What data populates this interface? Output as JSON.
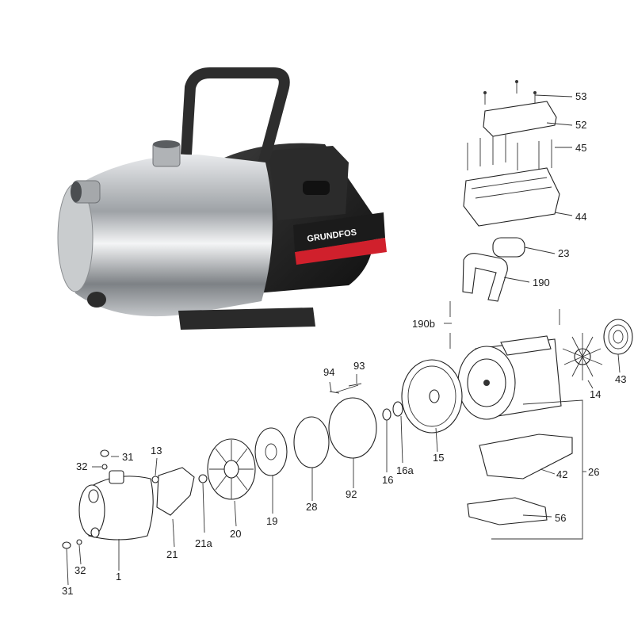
{
  "brand": {
    "logo_text": "GRUNDFOS",
    "accent_color": "#d0202c",
    "steel_color": "#b9bcbf",
    "motor_color": "#1e1e1e"
  },
  "callouts": [
    {
      "id": "c53",
      "text": "53"
    },
    {
      "id": "c52",
      "text": "52"
    },
    {
      "id": "c45",
      "text": "45"
    },
    {
      "id": "c44",
      "text": "44"
    },
    {
      "id": "c23",
      "text": "23"
    },
    {
      "id": "c190",
      "text": "190"
    },
    {
      "id": "c190b",
      "text": "190b"
    },
    {
      "id": "c43",
      "text": "43"
    },
    {
      "id": "c14",
      "text": "14"
    },
    {
      "id": "c94",
      "text": "94"
    },
    {
      "id": "c93",
      "text": "93"
    },
    {
      "id": "c16",
      "text": "16"
    },
    {
      "id": "c16a",
      "text": "16a"
    },
    {
      "id": "c15",
      "text": "15"
    },
    {
      "id": "c42",
      "text": "42"
    },
    {
      "id": "c26",
      "text": "26"
    },
    {
      "id": "c56",
      "text": "56"
    },
    {
      "id": "c31a",
      "text": "31"
    },
    {
      "id": "c32a",
      "text": "32"
    },
    {
      "id": "c13",
      "text": "13"
    },
    {
      "id": "c21",
      "text": "21"
    },
    {
      "id": "c21a",
      "text": "21a"
    },
    {
      "id": "c20",
      "text": "20"
    },
    {
      "id": "c19",
      "text": "19"
    },
    {
      "id": "c28",
      "text": "28"
    },
    {
      "id": "c92",
      "text": "92"
    },
    {
      "id": "c1",
      "text": "1"
    },
    {
      "id": "c32b",
      "text": "32"
    },
    {
      "id": "c31b",
      "text": "31"
    }
  ]
}
